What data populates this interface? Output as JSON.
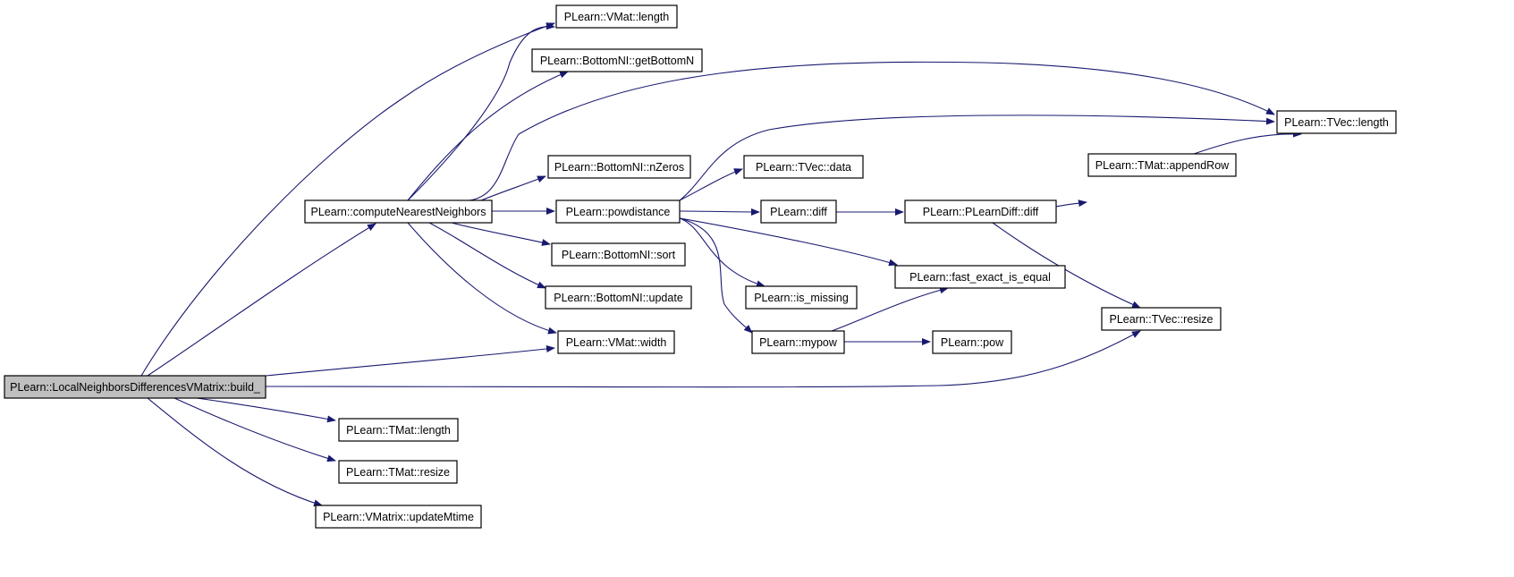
{
  "graph": {
    "edge_color": "#191970",
    "node_fill": "#ffffff",
    "root_fill": "#bfbfbf",
    "nodes": [
      {
        "id": "build",
        "label": "PLearn::LocalNeighborsDifferencesVMatrix::build_",
        "root": true
      },
      {
        "id": "cnn",
        "label": "PLearn::computeNearestNeighbors"
      },
      {
        "id": "vmat_length",
        "label": "PLearn::VMat::length"
      },
      {
        "id": "getBottomN",
        "label": "PLearn::BottomNI::getBottomN"
      },
      {
        "id": "nZeros",
        "label": "PLearn::BottomNI::nZeros"
      },
      {
        "id": "powdistance",
        "label": "PLearn::powdistance"
      },
      {
        "id": "sort",
        "label": "PLearn::BottomNI::sort"
      },
      {
        "id": "update",
        "label": "PLearn::BottomNI::update"
      },
      {
        "id": "vmat_width",
        "label": "PLearn::VMat::width"
      },
      {
        "id": "tmat_length",
        "label": "PLearn::TMat::length"
      },
      {
        "id": "tmat_resize",
        "label": "PLearn::TMat::resize"
      },
      {
        "id": "updateMtime",
        "label": "PLearn::VMatrix::updateMtime"
      },
      {
        "id": "tvec_data",
        "label": "PLearn::TVec::data"
      },
      {
        "id": "diff",
        "label": "PLearn::diff"
      },
      {
        "id": "is_missing",
        "label": "PLearn::is_missing"
      },
      {
        "id": "mypow",
        "label": "PLearn::mypow"
      },
      {
        "id": "plearndiff",
        "label": "PLearn::PLearnDiff::diff"
      },
      {
        "id": "fast_equal",
        "label": "PLearn::fast_exact_is_equal"
      },
      {
        "id": "pow",
        "label": "PLearn::pow"
      },
      {
        "id": "appendRow",
        "label": "PLearn::TMat::appendRow"
      },
      {
        "id": "tvec_length",
        "label": "PLearn::TVec::length"
      },
      {
        "id": "tvec_resize",
        "label": "PLearn::TVec::resize"
      }
    ],
    "edges": [
      {
        "from": "build",
        "to": "vmat_length"
      },
      {
        "from": "build",
        "to": "cnn"
      },
      {
        "from": "build",
        "to": "vmat_width"
      },
      {
        "from": "build",
        "to": "tvec_resize"
      },
      {
        "from": "build",
        "to": "tmat_length"
      },
      {
        "from": "build",
        "to": "tmat_resize"
      },
      {
        "from": "build",
        "to": "updateMtime"
      },
      {
        "from": "cnn",
        "to": "vmat_length"
      },
      {
        "from": "cnn",
        "to": "getBottomN"
      },
      {
        "from": "cnn",
        "to": "tvec_length"
      },
      {
        "from": "cnn",
        "to": "nZeros"
      },
      {
        "from": "cnn",
        "to": "powdistance"
      },
      {
        "from": "cnn",
        "to": "sort"
      },
      {
        "from": "cnn",
        "to": "update"
      },
      {
        "from": "cnn",
        "to": "vmat_width"
      },
      {
        "from": "powdistance",
        "to": "tvec_length"
      },
      {
        "from": "powdistance",
        "to": "tvec_data"
      },
      {
        "from": "powdistance",
        "to": "diff"
      },
      {
        "from": "powdistance",
        "to": "fast_equal"
      },
      {
        "from": "powdistance",
        "to": "is_missing"
      },
      {
        "from": "powdistance",
        "to": "mypow"
      },
      {
        "from": "diff",
        "to": "plearndiff"
      },
      {
        "from": "plearndiff",
        "to": "appendRow"
      },
      {
        "from": "plearndiff",
        "to": "tvec_resize"
      },
      {
        "from": "appendRow",
        "to": "tvec_length"
      },
      {
        "from": "mypow",
        "to": "fast_equal"
      },
      {
        "from": "mypow",
        "to": "pow"
      }
    ]
  }
}
